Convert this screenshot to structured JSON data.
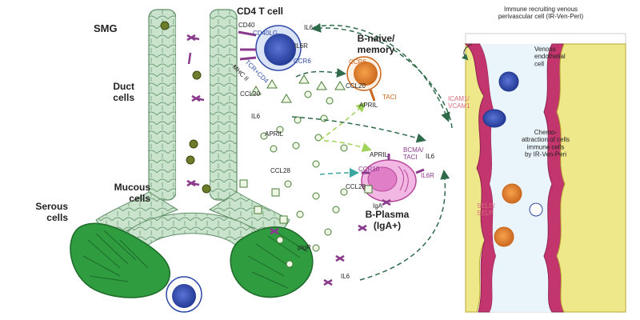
{
  "labels": {
    "smg": "SMG",
    "duct_cells": "Duct\ncells",
    "mucous_cells": "Mucous\ncells",
    "serous_cells": "Serous\ncells",
    "cd4_title": "CD4 T cell",
    "cd40": "CD40",
    "cd40lg": "CD40LG",
    "il6r_t": "IL6R",
    "ccr6_t": "CCR6",
    "tcr_cd4": "TCR+CD4",
    "mhc2": "MHC II",
    "il6_top": "IL6",
    "ccl20_left": "CCL20",
    "b_naive_title": "B-naive/\nmemory",
    "ccr6_b": "CCR6",
    "ccl20_b": "CCL20",
    "taci": "TACI",
    "april_b": "APRIL",
    "il6_mid": "IL6",
    "april_mid": "APRIL",
    "ccl28_mid": "CCL28",
    "april_p": "APRIL",
    "bcma_taci": "BCMA/\nTACI",
    "il6_p": "IL6",
    "ccr10": "CCR10",
    "il6r_p": "IL6R",
    "ccl28_p": "CCL28",
    "iga": "IgA",
    "b_plasma_title": "B-Plasma\n(IgA+)",
    "pigr": "pIgR",
    "il6_bottom": "IL6",
    "ir_ven_peri": "Immune recruiting venous\nperivascular cell (IR-Ven-Peri)",
    "venous_endo": "Venous\nendothelial\ncell",
    "icam_vcam": "ICAM1/\nVCAM1",
    "chemo": "Chemo-\nattraction of cells\nimmune cells\nby IR-Ven-Peri",
    "sele_selp": "SELE/\nSELP"
  },
  "colors": {
    "duct": "#b7d8bc",
    "duct_dark": "#5e8f66",
    "serous": "#2f9c3f",
    "t_cell": "#2f4aa8",
    "b_naive": "#e9862d",
    "plasma": "#e07fc7",
    "purple": "#8a3a8c",
    "vessel_yellow": "#efe88a",
    "vessel_pink": "#c2366d",
    "lumen": "#eaf5fb",
    "arrow": "#2f6b4a",
    "arrow_light": "#9fd35a",
    "teal": "#3aa6a0"
  },
  "icons": [
    "t-cell-icon",
    "b-naive-cell-icon",
    "plasma-cell-icon",
    "virus-icon",
    "antibody-icon",
    "chemokine-icon"
  ]
}
